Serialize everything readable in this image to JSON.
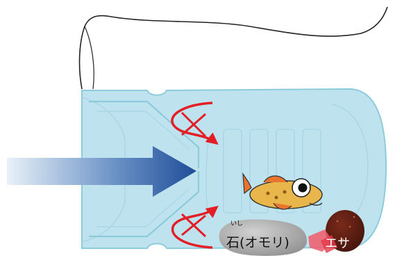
{
  "labels": {
    "stone_ruby": "いし",
    "stone": "石(オモリ)",
    "bait": "エサ"
  },
  "colors": {
    "trap_fill": "#bfe3ee",
    "trap_line": "#8ccbdc",
    "trap_ridge": "#a9d7e6",
    "arrow_dark": "#1f4d98",
    "arrow_light": "#e9f1f8",
    "blocked_red": "#e41e26",
    "fish_body": "#e8b64a",
    "fish_fin": "#e8742e",
    "stone_gray": "#9a9a9a",
    "bait_brown": "#5a1f12",
    "bait_red": "#f05a6a"
  },
  "icons": {
    "water_flow": "big-right-arrow-icon",
    "blocked": "red-curved-arrow-with-cross-icon",
    "fish": "goby-fish-icon",
    "stone": "stone-weight-icon",
    "bait": "bait-icon",
    "float": "plastic-bag-outline-icon"
  }
}
